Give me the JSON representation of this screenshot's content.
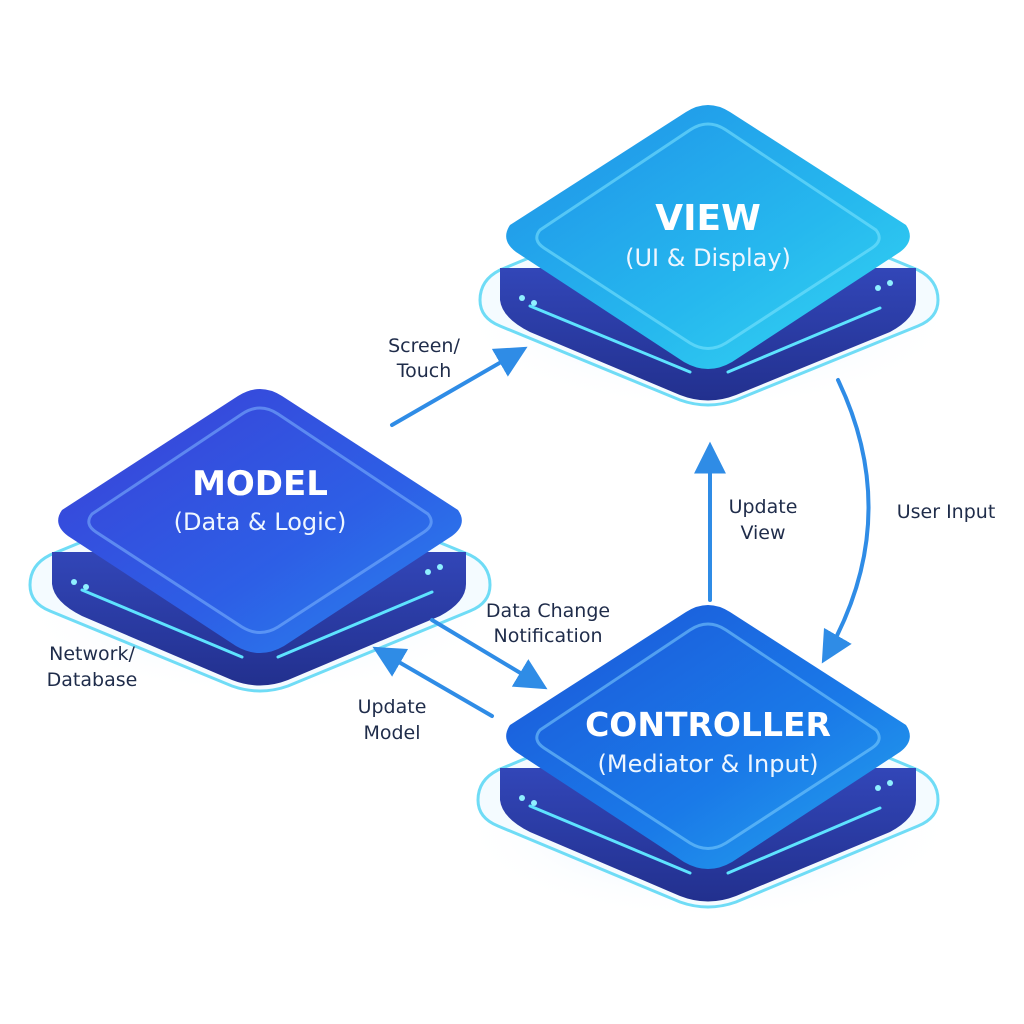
{
  "colors": {
    "arrow": "#2f8ce6",
    "view_top": "#27c2ec",
    "model_top": "#3a52e0",
    "controller_top": "#1b6fe5",
    "side": "#2a3aa6",
    "glow": "#5ee3ff"
  },
  "nodes": {
    "view": {
      "title": "VIEW",
      "subtitle": "(UI & Display)"
    },
    "model": {
      "title": "MODEL",
      "subtitle": "(Data & Logic)"
    },
    "controller": {
      "title": "CONTROLLER",
      "subtitle": "(Mediator & Input)"
    }
  },
  "edges": {
    "screen_touch": {
      "line1": "Screen/",
      "line2": "Touch"
    },
    "user_input": {
      "line1": "User Input"
    },
    "update_view": {
      "line1": "Update",
      "line2": "View"
    },
    "data_change": {
      "line1": "Data Change",
      "line2": "Notification"
    },
    "update_model": {
      "line1": "Update",
      "line2": "Model"
    },
    "network_db": {
      "line1": "Network/",
      "line2": "Database"
    }
  }
}
